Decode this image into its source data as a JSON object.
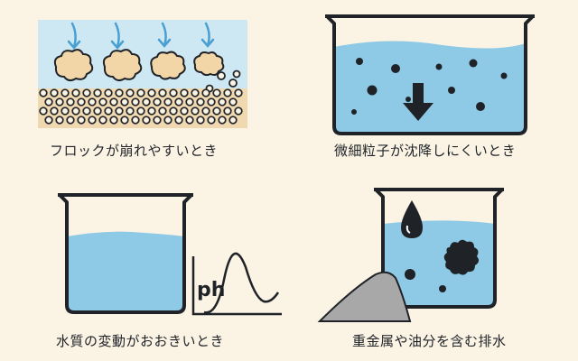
{
  "panels": [
    {
      "caption": "フロックが崩れやすいとき",
      "illustration": "floc-breakup"
    },
    {
      "caption": "微細粒子が沈降しにくいとき",
      "illustration": "fine-particle-beaker"
    },
    {
      "caption": "水質の変動がおおきいとき",
      "illustration": "ph-fluctuation"
    },
    {
      "caption": "重金属や油分を含む排水",
      "illustration": "heavy-metal-oil-beaker"
    }
  ],
  "ph_graph": {
    "label": "ph"
  },
  "colors": {
    "background": "#fbf3e4",
    "water": "#8ec9e6",
    "water_light": "#cde8f3",
    "floc": "#f2d6a8",
    "sediment": "#f0d9b0",
    "outline": "#1f2328",
    "arrow": "#4a9fd1",
    "sludge": "#a8a8a8"
  }
}
